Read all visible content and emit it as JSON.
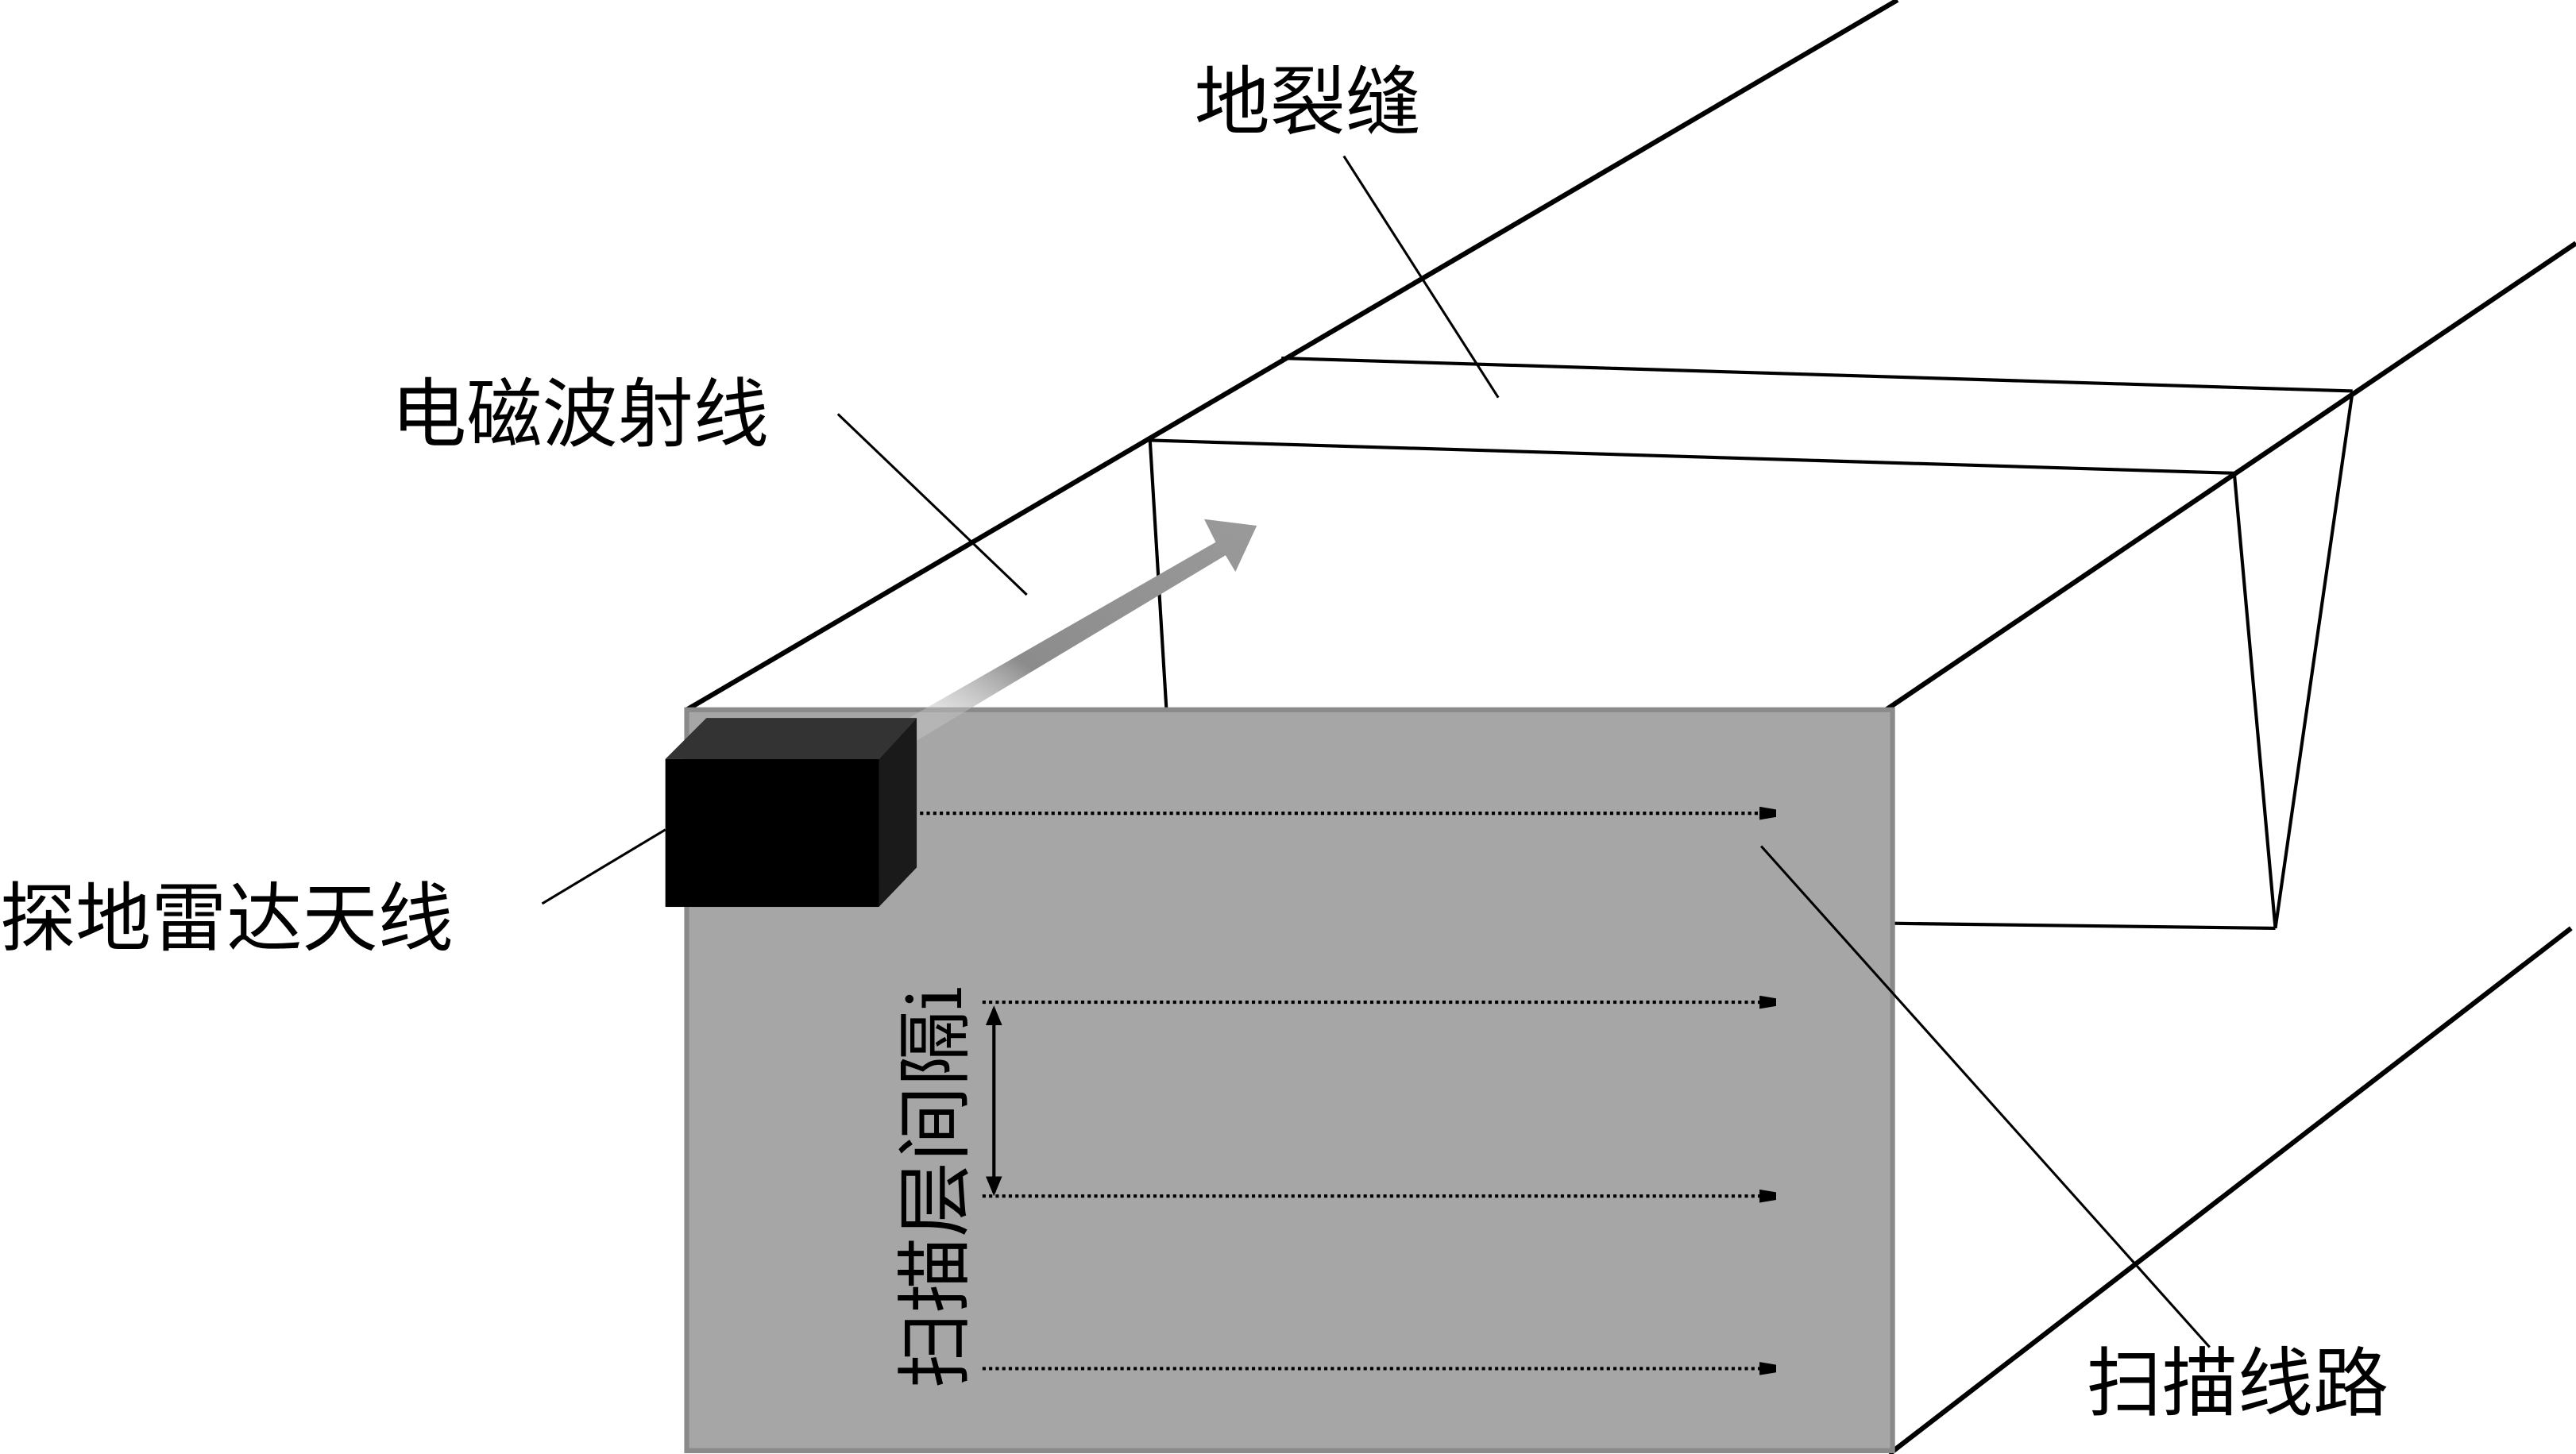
{
  "labels": {
    "crack": "地裂缝",
    "em_ray": "电磁波射线",
    "gpr_antenna": "探地雷达天线",
    "scan_interval": "扫描层间隔i",
    "scan_route": "扫描线路"
  },
  "colors": {
    "scan_plane": "#a6a6a6",
    "antenna": "#000000",
    "ray": "#8c8c8c"
  }
}
